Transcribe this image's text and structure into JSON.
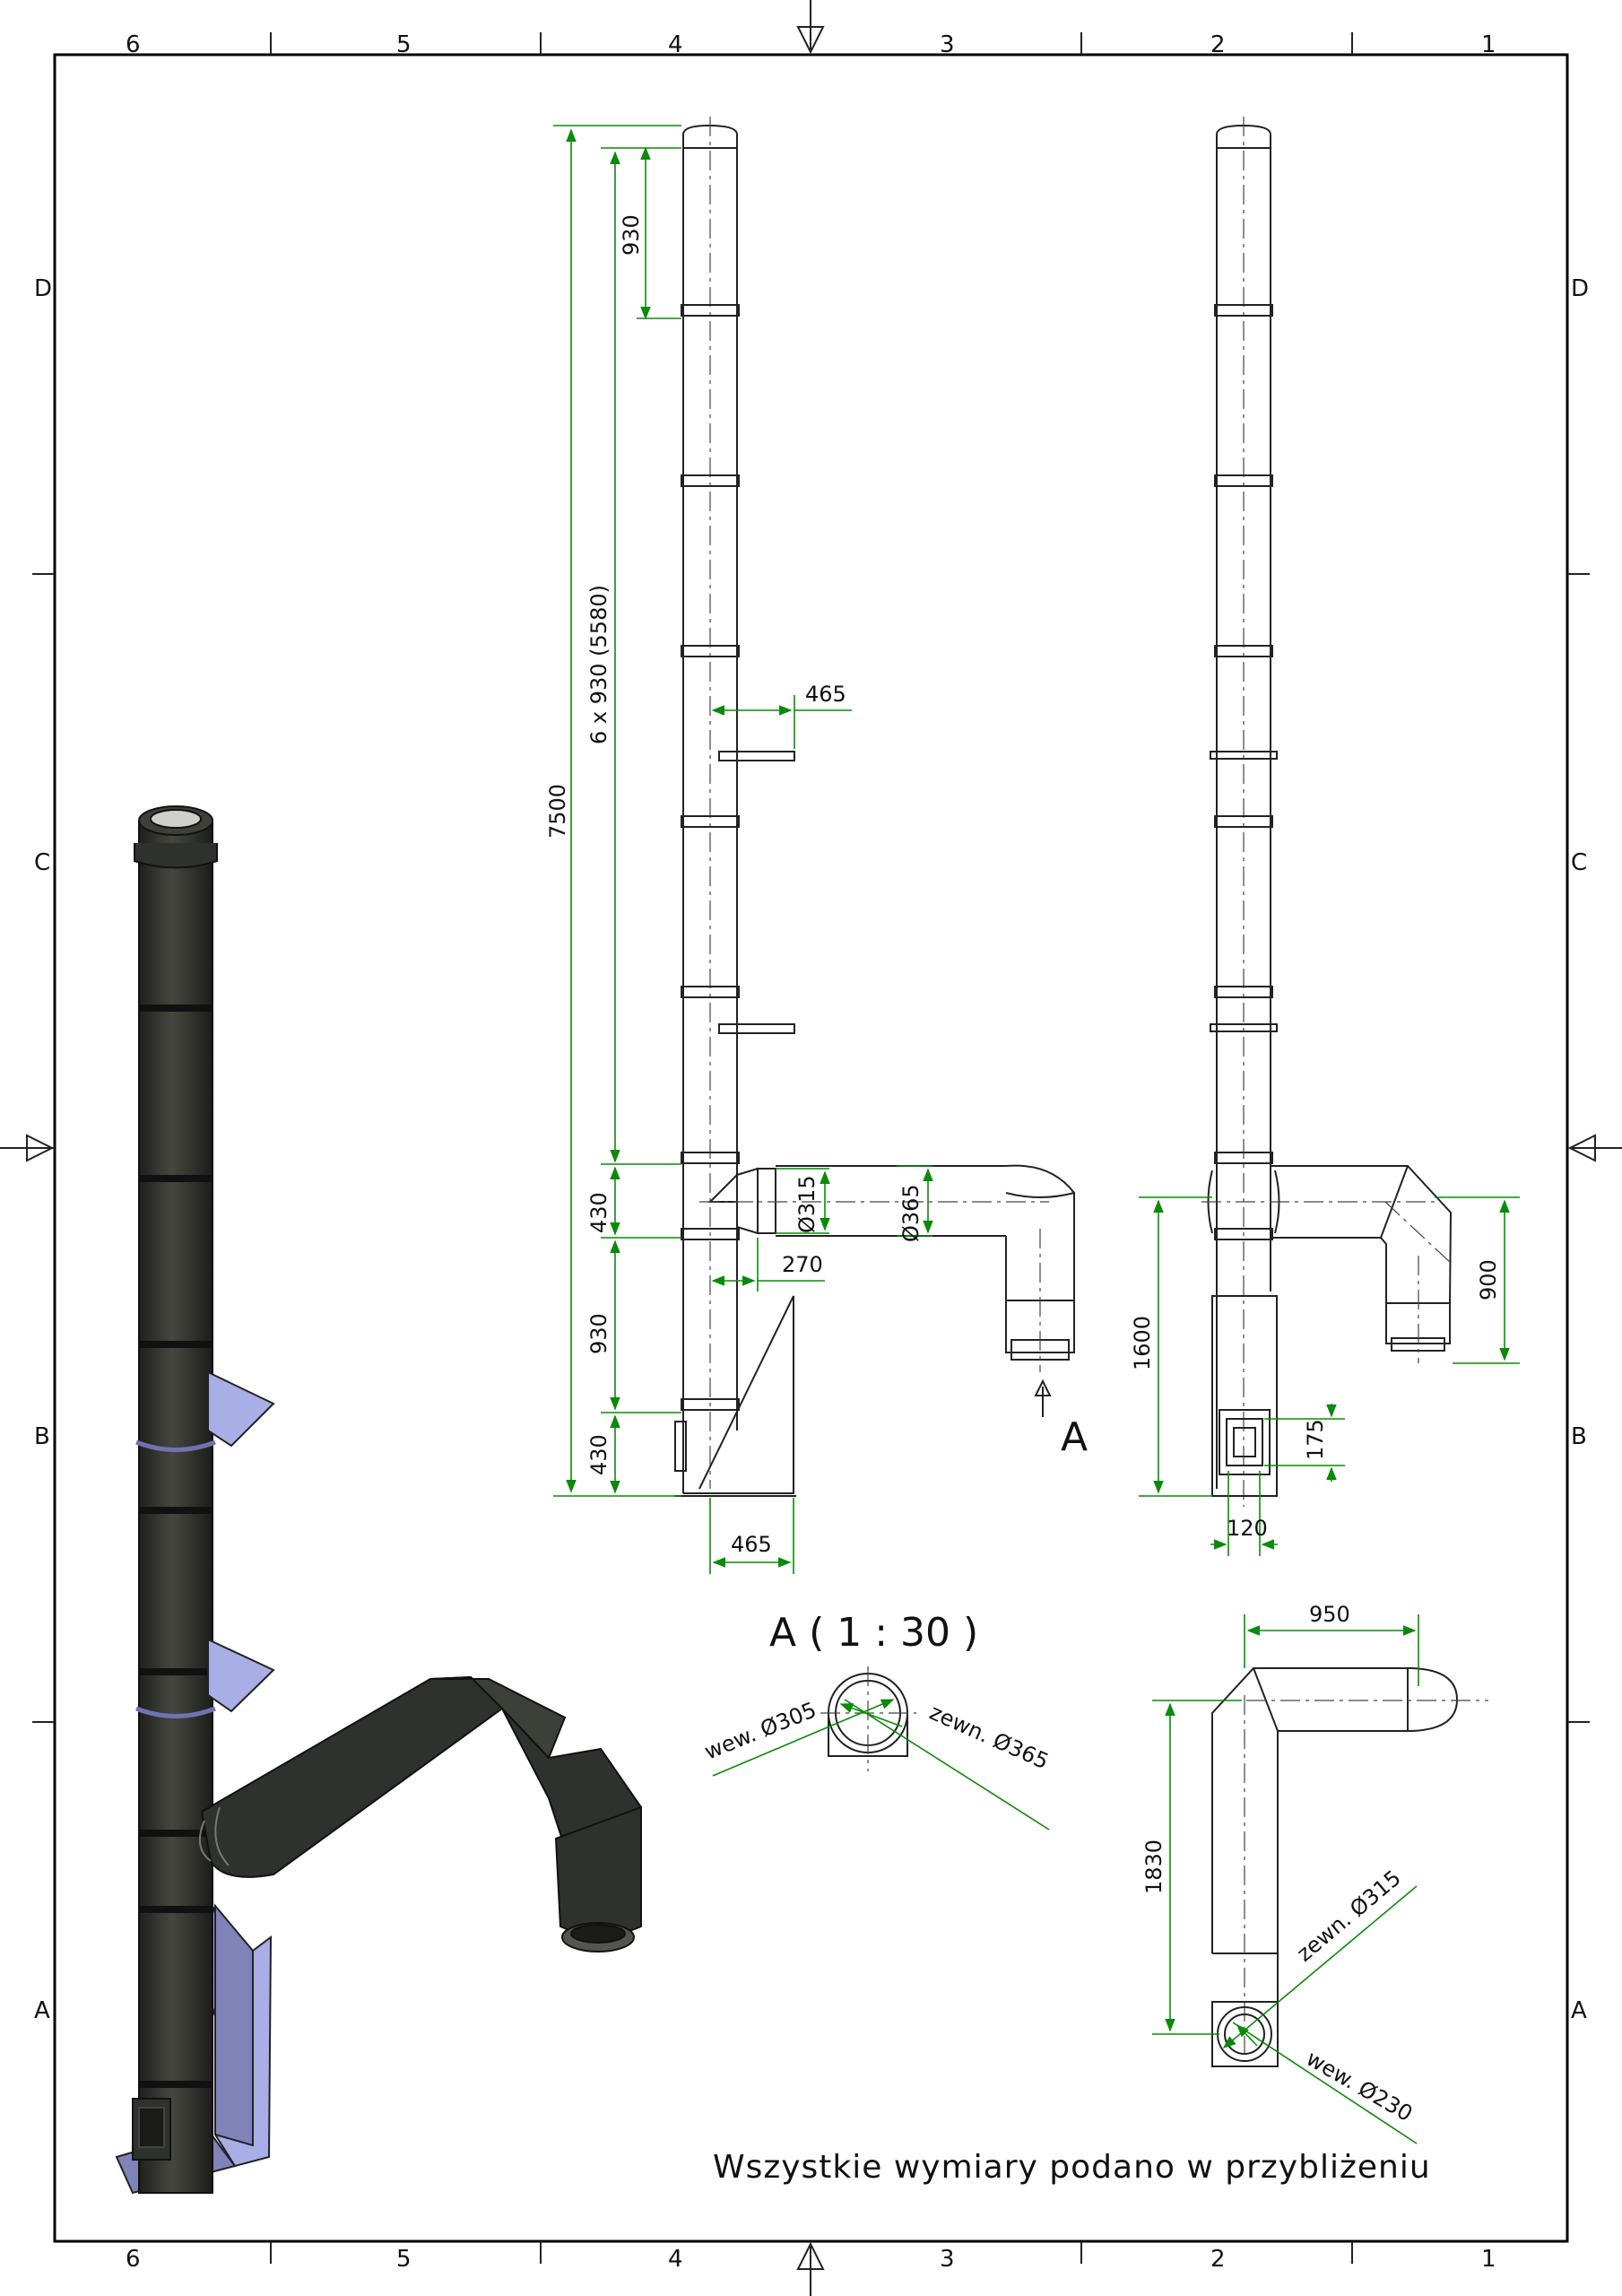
{
  "frame": {
    "column_labels": [
      "6",
      "5",
      "4",
      "3",
      "2",
      "1"
    ],
    "row_labels": [
      "D",
      "C",
      "B",
      "A"
    ]
  },
  "front_view": {
    "dims": {
      "total_height": "7500",
      "top_section": "930",
      "stack_sections": "6 x 930 (5580)",
      "bracket_depth": "465",
      "tee_section": "430",
      "lower_section": "930",
      "bottom_section": "430",
      "tee_offset": "270",
      "inner_connector": "Ø315",
      "outer_connector": "Ø365",
      "base_width": "465"
    },
    "view_arrow_label": "A"
  },
  "side_view": {
    "dims": {
      "connector_height": "1600",
      "drop_height": "900",
      "door_height": "175",
      "door_width": "120"
    }
  },
  "detail_a": {
    "title": "A ( 1 : 30 )",
    "inner_diameter": "wew. Ø305",
    "outer_diameter": "zewn. Ø365"
  },
  "top_view": {
    "dims": {
      "width": "950",
      "length": "1830",
      "outer_diameter": "zewn. Ø315",
      "inner_diameter": "wew. Ø230"
    }
  },
  "note": "Wszystkie wymiary podano w przybliżeniu",
  "colors": {
    "dimension_lines": "#0a8a0a",
    "model_steel": "#2f312c",
    "bracket": "#a9aee6"
  }
}
